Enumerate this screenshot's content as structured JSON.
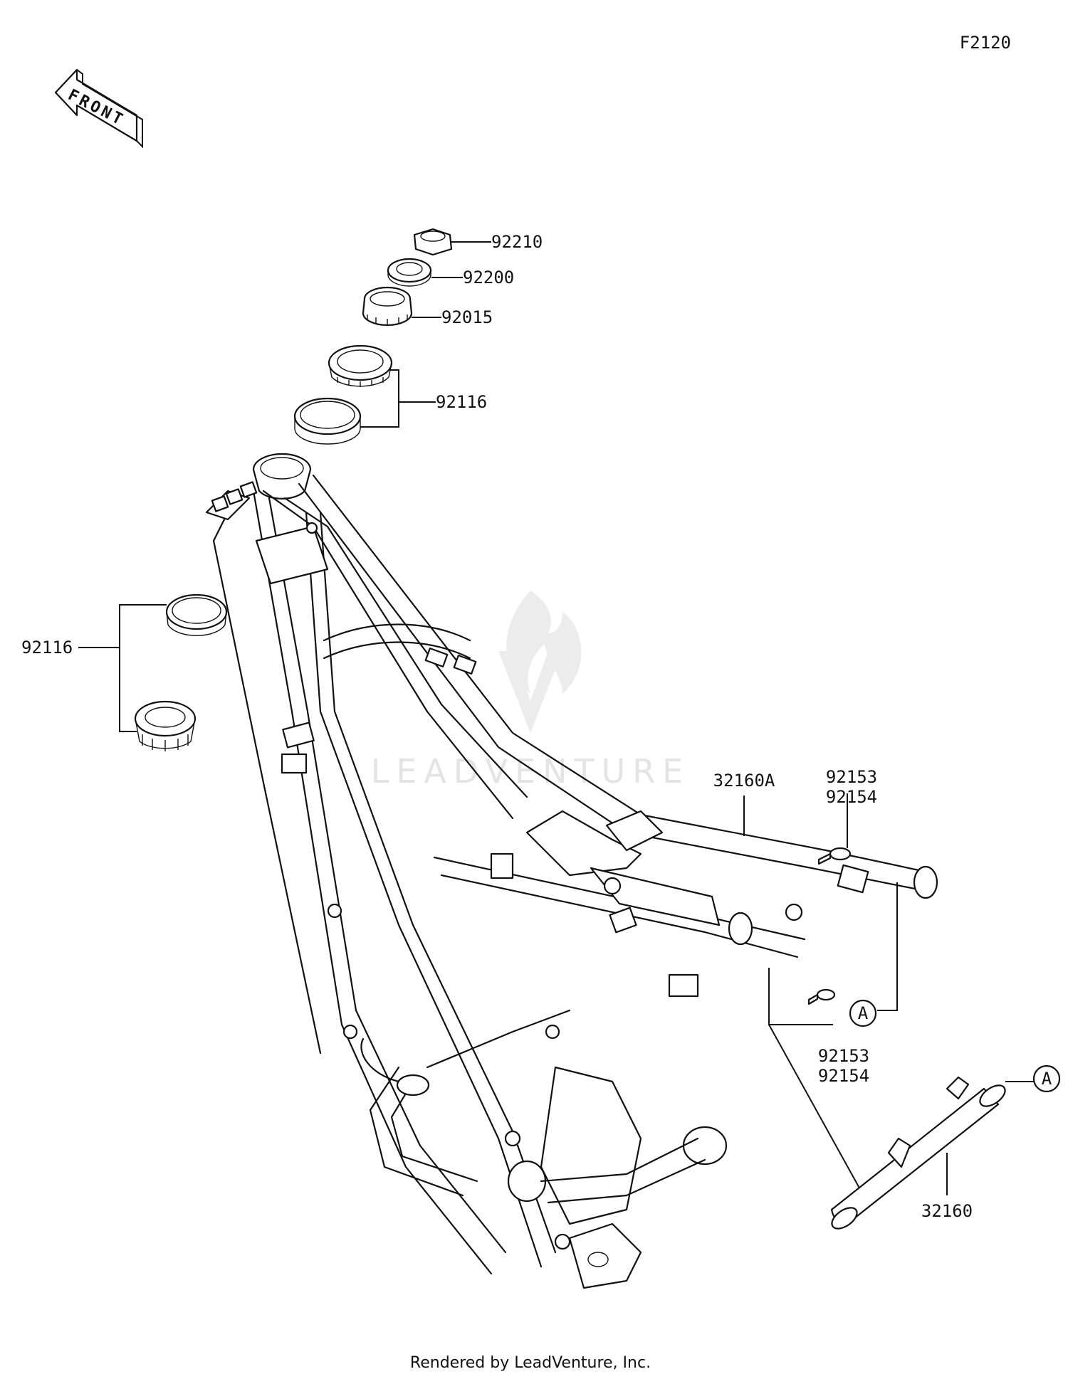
{
  "diagram_code": "F2120",
  "front_arrow_label": "FRONT",
  "watermark": "LEADVENTURE",
  "footer": "Rendered by LeadVenture, Inc.",
  "part_labels": {
    "p92210": "92210",
    "p92200": "92200",
    "p92015": "92015",
    "p92116_upper": "92116",
    "p92116_left": "92116",
    "p32160A": "32160A",
    "p92153_a": "92153",
    "p92154_a": "92154",
    "p92153_b": "92153",
    "p92154_b": "92154",
    "p32160": "32160",
    "ref_a1": "A",
    "ref_a2": "A"
  },
  "colors": {
    "line": "#111111",
    "background": "#ffffff",
    "watermark": "#e4e4e4"
  },
  "icons": [
    "front-arrow-icon",
    "leadventure-flame-icon"
  ]
}
